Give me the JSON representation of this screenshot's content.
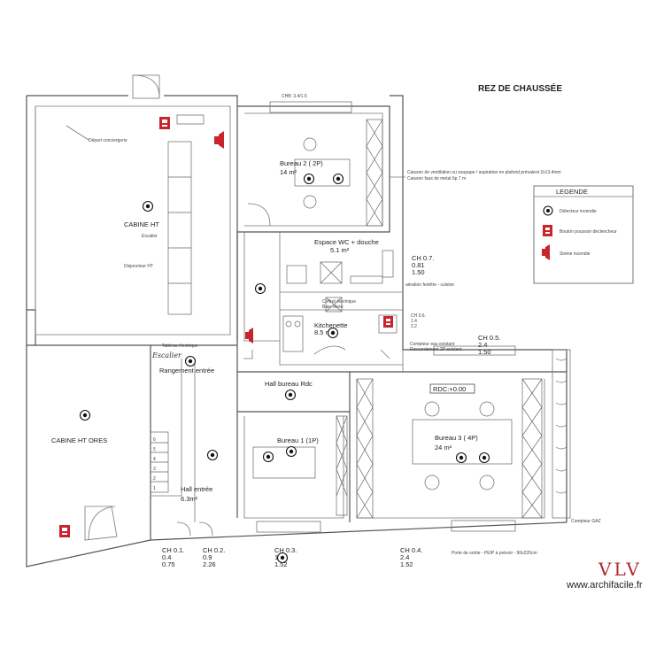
{
  "page_title": "REZ DE CHAUSSÉE",
  "rooms": {
    "cabine_ht": "CABINE HT",
    "cabine_ht_ores": "CABINE HT ORES",
    "bureau2_name": "Bureau 2 ( 2P)",
    "bureau2_area": "14 m²",
    "espace_wc_name": "Espace WC + douche",
    "espace_wc_area": "5.1 m²",
    "kitchenette_name": "Kitchenette",
    "kitchenette_area": "8.5 m²",
    "rangement": "Rangement entrée",
    "hall_bureau": "Hall bureau Rdc",
    "bureau1_name": "Bureau 1 (1P)",
    "bureau3_name": "Bureau 3 ( 4P)",
    "bureau3_area": "24 m²",
    "hall_entree_name": "Hall entrée",
    "hall_entree_area": "6.3m²",
    "rdc_level": "RDC:+0.00"
  },
  "annotations": {
    "depart_conciergerie": "Départ conciergerie",
    "small_note_1": "Escalier",
    "small_note_2": "Disjoncteur HT",
    "ch_top": "CHB: 3.4/1.5",
    "cassone_note": "Caisson de ventilation ou soupape / aspiration en plafond prévalent 2x13.4mm",
    "cassone_note2": "Caisson faux de metal 6p 7 m",
    "ventilation_note": "aération fenêtre - cuisine",
    "kitch_note": "Coffret électrique",
    "kitch_note2": "Baie vitrée",
    "compteur_note": "Compteur eau existant",
    "compteur_note2": "Raccordement 3P existant",
    "gaz": "Compteur GAZ",
    "porte_note": "Porte de sortie - PEIP à prévoir - 90x220cm",
    "tableau_note": "Tableau électrique",
    "escalier_sign": "Escalier"
  },
  "ch_labels": {
    "ch07": [
      "CH 0.7.",
      "0.81",
      "1.50"
    ],
    "ch06": [
      "CH 0.6.",
      "1.4",
      "2.2"
    ],
    "ch05": [
      "CH 0.5.",
      "2.4",
      "1.50"
    ],
    "ch01": [
      "CH 0.1.",
      "0.4",
      "0.75"
    ],
    "ch02": [
      "CH 0.2.",
      "0.9",
      "2.26"
    ],
    "ch03": [
      "CH 0.3.",
      "1.6",
      "1.52"
    ],
    "ch04": [
      "CH 0.4.",
      "2.4",
      "1.52"
    ]
  },
  "stairs": [
    "6",
    "5",
    "4",
    "3",
    "2",
    "1"
  ],
  "legend": {
    "title": "LEGENDE",
    "items": [
      {
        "icon": "smoke-detector-icon",
        "label": "Détecteur incendie"
      },
      {
        "icon": "fire-call-point-icon",
        "label": "Bouton poussoir déclencheur"
      },
      {
        "icon": "fire-siren-icon",
        "label": "Sirène incendie"
      }
    ]
  },
  "watermark": {
    "brand": "VLV",
    "url": "www.archifacile.fr"
  },
  "colors": {
    "alarm_red": "#c8242b",
    "wall": "#555555"
  }
}
